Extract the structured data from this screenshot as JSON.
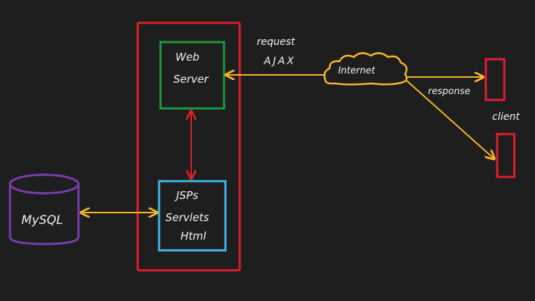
{
  "colors": {
    "background": "#1e1e1e",
    "red": "#e0202a",
    "green": "#1f9a3a",
    "blue": "#3fb6ea",
    "purple": "#7a3cb0",
    "yellow": "#f5b82e",
    "text": "#f2f2f2"
  },
  "nodes": {
    "web_server": {
      "line1": "Web",
      "line2": "Server"
    },
    "jsp_box": {
      "line1": "JSPs",
      "line2": "Servlets",
      "line3": "Html"
    },
    "database": {
      "label": "MySQL"
    },
    "internet": {
      "label": "Internet"
    },
    "client": {
      "label": "client"
    }
  },
  "edges": {
    "request_label_1": "request",
    "request_label_2": "AJAX",
    "response_label": "response"
  }
}
